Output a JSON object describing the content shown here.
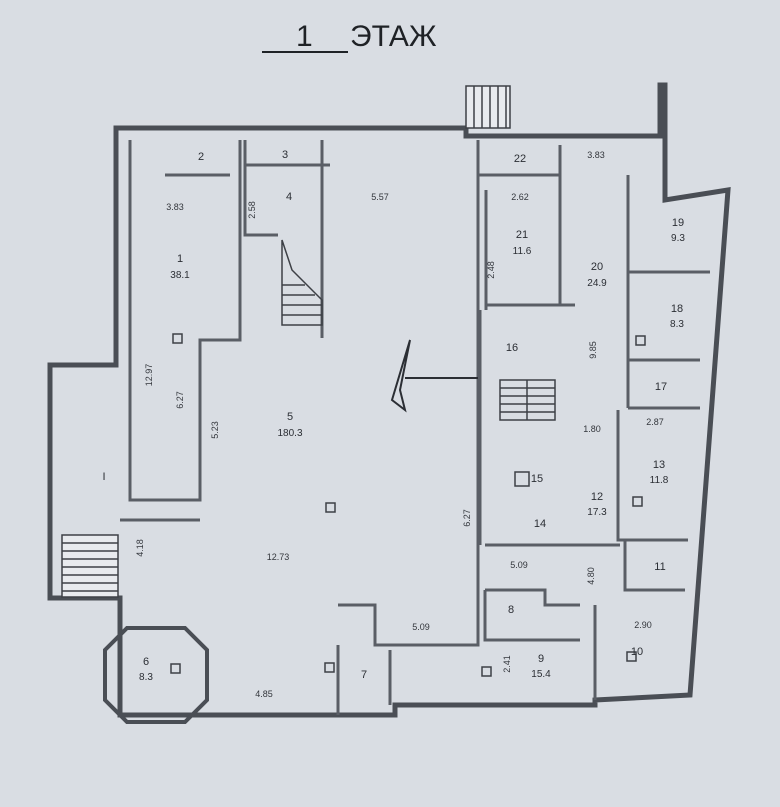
{
  "title": {
    "number": "1",
    "word": "ЭТАЖ"
  },
  "rooms": [
    {
      "id": "r1",
      "num": "1",
      "area": "38.1"
    },
    {
      "id": "r2",
      "num": "2",
      "area": ""
    },
    {
      "id": "r3",
      "num": "3",
      "area": ""
    },
    {
      "id": "r4",
      "num": "4",
      "area": ""
    },
    {
      "id": "r5",
      "num": "5",
      "area": "180.3"
    },
    {
      "id": "r6",
      "num": "6",
      "area": "8.3"
    },
    {
      "id": "r7",
      "num": "7",
      "area": ""
    },
    {
      "id": "r8",
      "num": "8",
      "area": ""
    },
    {
      "id": "r9",
      "num": "9",
      "area": "15.4"
    },
    {
      "id": "r10",
      "num": "10",
      "area": ""
    },
    {
      "id": "r11",
      "num": "11",
      "area": ""
    },
    {
      "id": "r12",
      "num": "12",
      "area": "17.3"
    },
    {
      "id": "r13",
      "num": "13",
      "area": "11.8"
    },
    {
      "id": "r14",
      "num": "14",
      "area": ""
    },
    {
      "id": "r15",
      "num": "15",
      "area": ""
    },
    {
      "id": "r16",
      "num": "16",
      "area": ""
    },
    {
      "id": "r17",
      "num": "17",
      "area": ""
    },
    {
      "id": "r18",
      "num": "18",
      "area": "8.3"
    },
    {
      "id": "r19",
      "num": "19",
      "area": "9.3"
    },
    {
      "id": "r20",
      "num": "20",
      "area": "24.9"
    },
    {
      "id": "r21",
      "num": "21",
      "area": "11.6"
    },
    {
      "id": "r22",
      "num": "22",
      "area": ""
    },
    {
      "id": "r_i",
      "num": "I",
      "area": ""
    }
  ],
  "dimensions": {
    "d1": "3.83",
    "d2": "5.57",
    "d3": "2.62",
    "d4": "3.83",
    "d5": "12.97",
    "d6": "6.27",
    "d7": "5.23",
    "d8": "2.48",
    "d9": "9.85",
    "d10": "1.80",
    "d11": "2.87",
    "d12": "4.18",
    "d13": "12.73",
    "d14": "6.27",
    "d15": "5.09",
    "d16": "4.80",
    "d17": "5.09",
    "d18": "2.90",
    "d19": "2.41",
    "d20": "4.85",
    "d21": "2.58"
  }
}
